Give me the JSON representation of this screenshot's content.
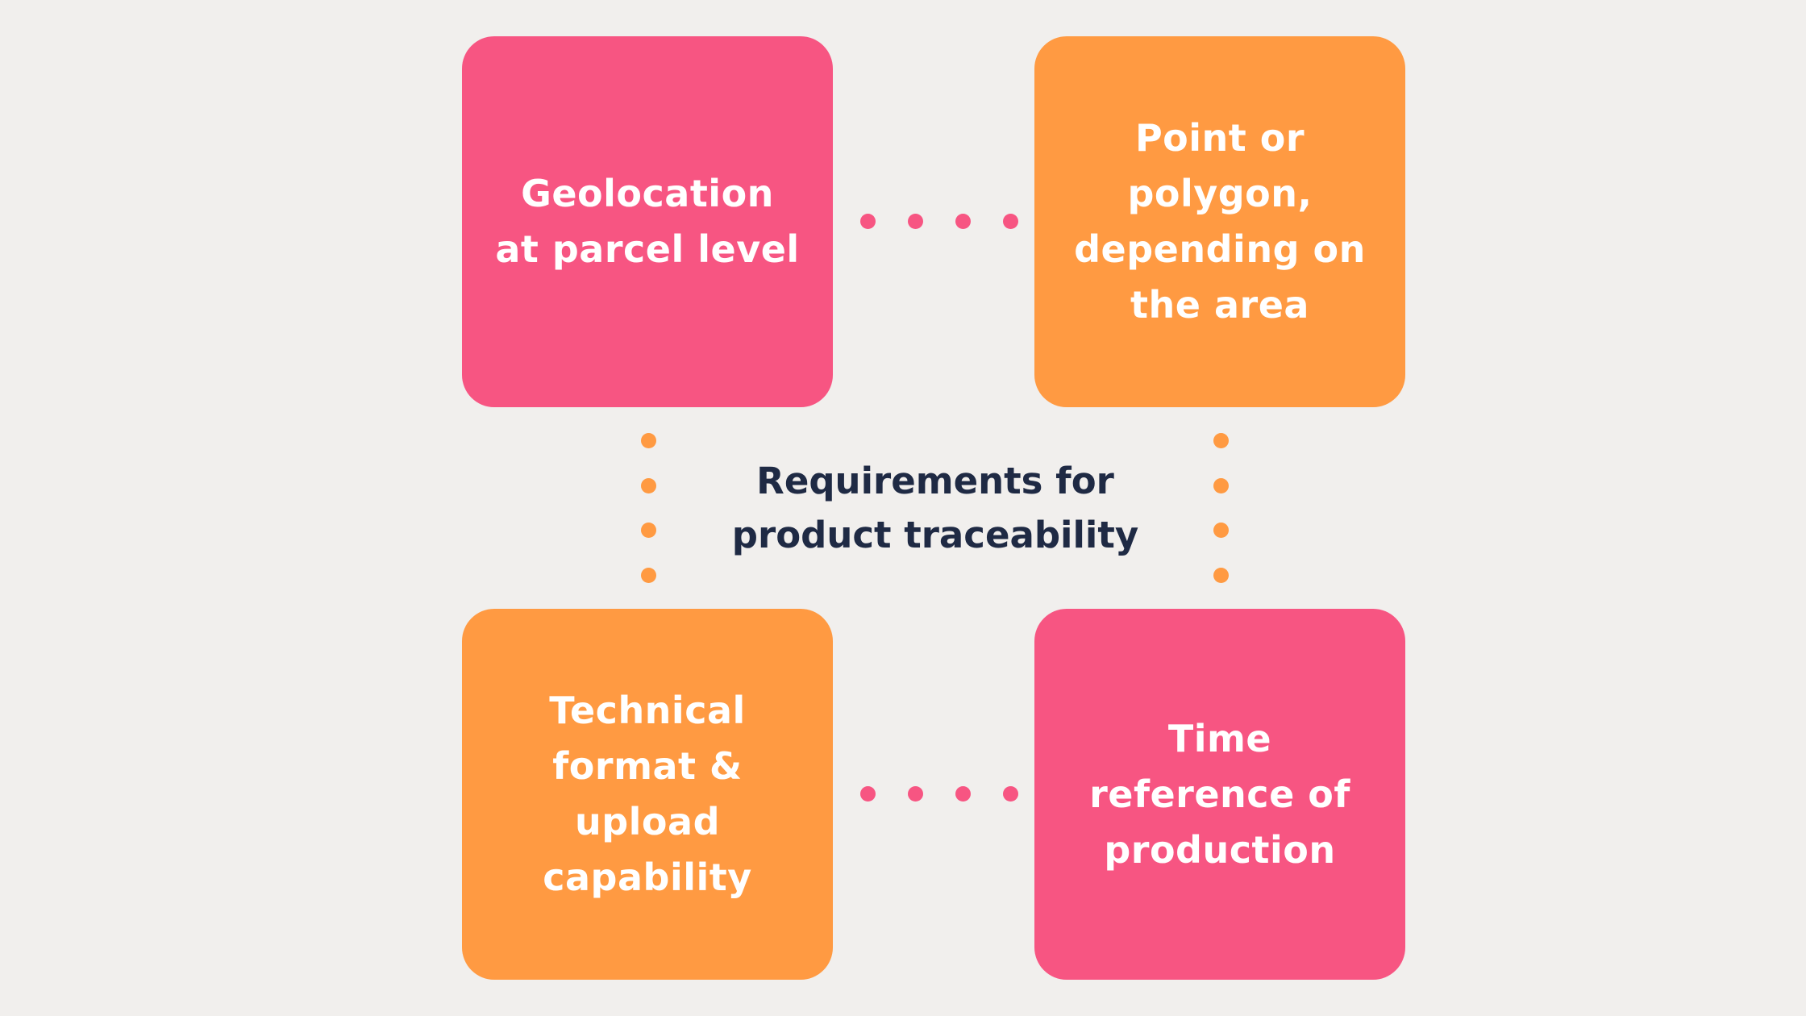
{
  "colors": {
    "background": "#f1efed",
    "pink": "#f75582",
    "orange": "#ff9a42",
    "center_text": "#1f2a44",
    "card_text": "#ffffff"
  },
  "diagram": {
    "center_label": {
      "lines": [
        "Requirements for",
        "product traceability"
      ]
    },
    "cards": [
      {
        "position": "top-left",
        "color": "pink",
        "lines": [
          "Geolocation",
          "at parcel level"
        ]
      },
      {
        "position": "top-right",
        "color": "orange",
        "lines": [
          "Point or",
          "polygon,",
          "depending on",
          "the area"
        ]
      },
      {
        "position": "bottom-left",
        "color": "orange",
        "lines": [
          "Technical",
          "format &",
          "upload",
          "capability"
        ]
      },
      {
        "position": "bottom-right",
        "color": "pink",
        "lines": [
          "Time",
          "reference of",
          "production"
        ]
      }
    ],
    "connectors": [
      {
        "name": "top",
        "orientation": "horizontal",
        "color": "pink",
        "dot_count": 4
      },
      {
        "name": "bottom",
        "orientation": "horizontal",
        "color": "pink",
        "dot_count": 4
      },
      {
        "name": "left",
        "orientation": "vertical",
        "color": "orange",
        "dot_count": 4
      },
      {
        "name": "right",
        "orientation": "vertical",
        "color": "orange",
        "dot_count": 4
      }
    ]
  }
}
